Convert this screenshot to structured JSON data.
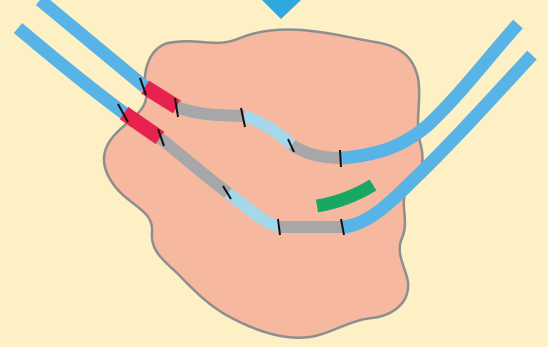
{
  "colors": {
    "background": "#fdf0c5",
    "blob_fill": "#f6b9a0",
    "blob_outline": "#8e8e8e",
    "strand_blue": "#58b3e6",
    "segment_red": "#e8224f",
    "segment_gray": "#a7a7a9",
    "segment_light_blue": "#a4d8ea",
    "segment_green": "#17a864",
    "arrow": "#2fa8df",
    "tick": "#111111"
  },
  "diagram": {
    "elements": [
      "pointer-arrow",
      "irregular-shape",
      "upper-strand",
      "lower-strand",
      "green-segment"
    ],
    "segment_order": [
      "blue",
      "red",
      "gray",
      "light-blue",
      "gray",
      "blue"
    ],
    "labels": []
  }
}
